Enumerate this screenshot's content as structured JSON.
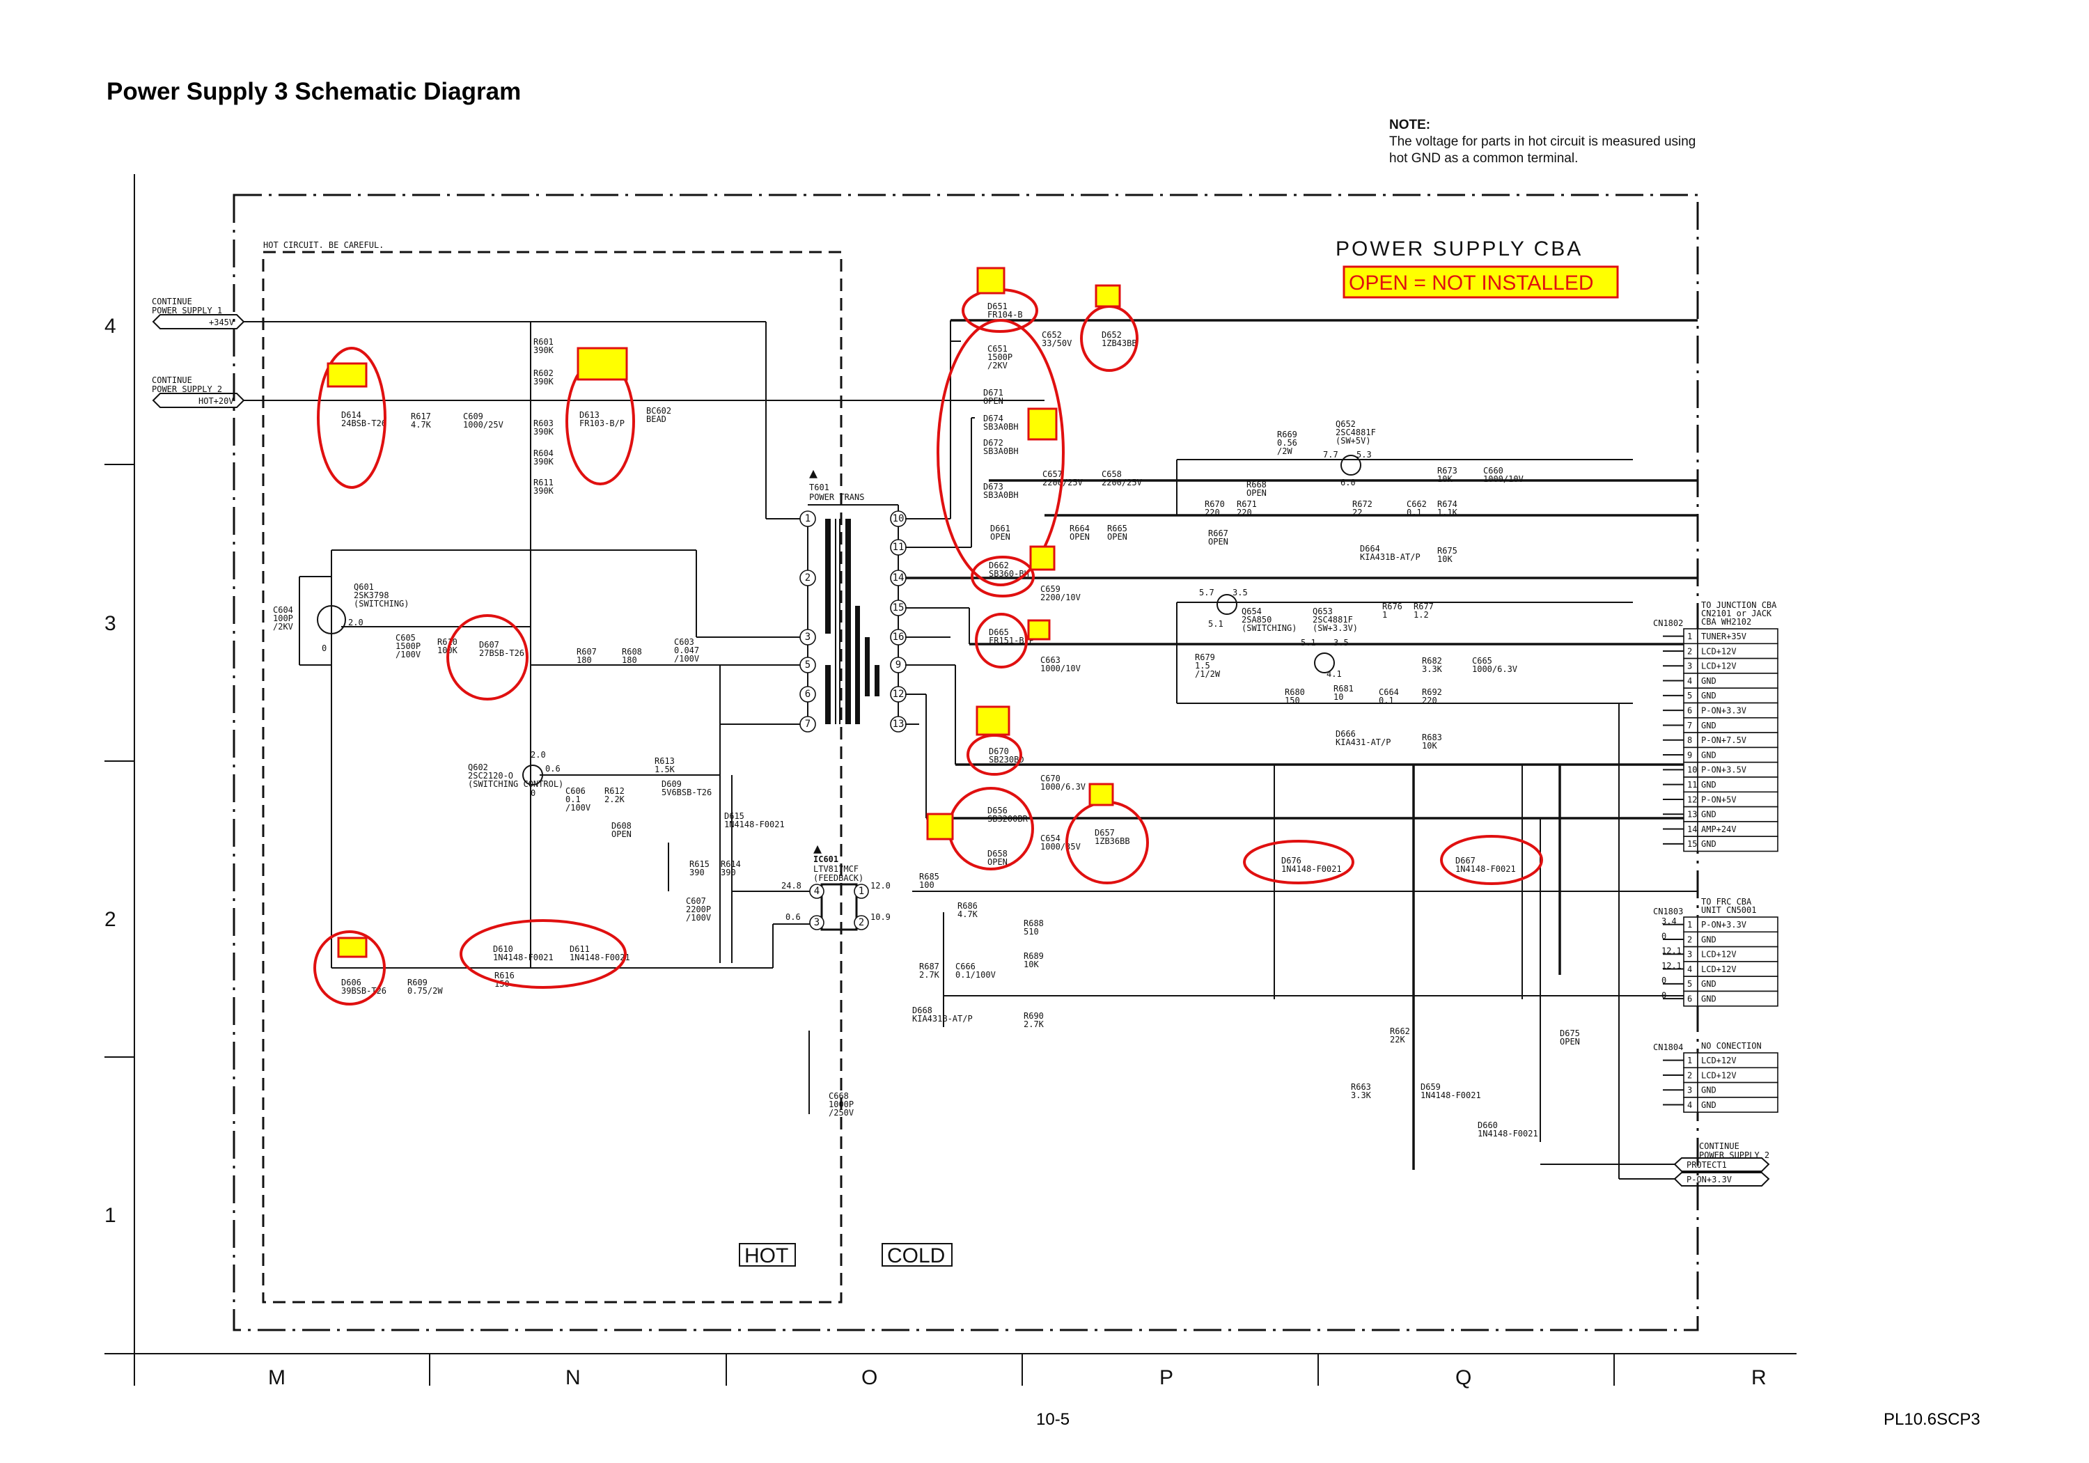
{
  "document": {
    "title": "Power Supply 3 Schematic Diagram",
    "note_heading": "NOTE:",
    "note_lines": [
      "The voltage for parts in hot circuit is measured using",
      "hot GND as a common terminal."
    ],
    "page_number": "10-5",
    "document_code": "PL10.6SCP3"
  },
  "board": {
    "name": "POWER SUPPLY CBA",
    "legend": "OPEN = NOT INSTALLED",
    "legend_colors": {
      "fill": "#ffff00",
      "border": "#e01010",
      "text": "#e01010"
    },
    "hot_warning": "HOT CIRCUIT. BE CAREFUL.",
    "hot_label": "HOT",
    "cold_label": "COLD"
  },
  "grid": {
    "rows": [
      "4",
      "3",
      "2",
      "1"
    ],
    "columns": [
      "M",
      "N",
      "O",
      "P",
      "Q",
      "R"
    ]
  },
  "inputs": [
    {
      "note1": "CONTINUE",
      "note2": "POWER SUPPLY 1",
      "signal": "+345V"
    },
    {
      "note1": "CONTINUE",
      "note2": "POWER SUPPLY 2",
      "signal": "HOT+20V"
    }
  ],
  "transformer": {
    "ref": "T601",
    "desc": "POWER TRANS",
    "pins_left": [
      "1",
      "2",
      "3",
      "5",
      "6",
      "7"
    ],
    "pins_right": [
      "10",
      "11",
      "14",
      "15",
      "16",
      "9",
      "12",
      "13"
    ]
  },
  "optocoupler": {
    "ref": "IC601",
    "part": "LTV817MCF",
    "desc": "(FEEDBACK)",
    "pins": [
      "4",
      "3",
      "1",
      "2"
    ],
    "voltages": [
      "24.8",
      "0.6",
      "12.0",
      "10.9"
    ]
  },
  "components": [
    {
      "ref": "D614",
      "value": "24BSB-T26",
      "marked": true
    },
    {
      "ref": "R617",
      "value": "4.7K"
    },
    {
      "ref": "C609",
      "value": "1000/25V"
    },
    {
      "ref": "R601",
      "value": "390K"
    },
    {
      "ref": "R602",
      "value": "390K"
    },
    {
      "ref": "R603",
      "value": "390K"
    },
    {
      "ref": "R604",
      "value": "390K"
    },
    {
      "ref": "R611",
      "value": "390K"
    },
    {
      "ref": "D613",
      "value": "FR103-B/P",
      "marked": true
    },
    {
      "ref": "BC602",
      "value": "BEAD"
    },
    {
      "ref": "C604",
      "value": "100P /2KV"
    },
    {
      "ref": "Q601",
      "value": "2SK3798",
      "desc": "(SWITCHING)"
    },
    {
      "ref": "C605",
      "value": "1500P /100V"
    },
    {
      "ref": "R610",
      "value": "100K"
    },
    {
      "ref": "D607",
      "value": "27BSB-T26",
      "marked": true
    },
    {
      "ref": "R607",
      "value": "180"
    },
    {
      "ref": "R608",
      "value": "180"
    },
    {
      "ref": "C603",
      "value": "0.047 /100V"
    },
    {
      "ref": "Q602",
      "value": "2SC2120-O",
      "desc": "(SWITCHING CONTROL)"
    },
    {
      "ref": "C606",
      "value": "0.1 /100V"
    },
    {
      "ref": "R612",
      "value": "2.2K"
    },
    {
      "ref": "D608",
      "value": "OPEN"
    },
    {
      "ref": "R613",
      "value": "1.5K"
    },
    {
      "ref": "D609",
      "value": "5V6BSB-T26"
    },
    {
      "ref": "D615",
      "value": "1N4148-F0021"
    },
    {
      "ref": "R615",
      "value": "390"
    },
    {
      "ref": "R614",
      "value": "390"
    },
    {
      "ref": "C607",
      "value": "2200P /100V"
    },
    {
      "ref": "D606",
      "value": "39BSB-T26",
      "marked": true
    },
    {
      "ref": "R609",
      "value": "0.75/2W"
    },
    {
      "ref": "D610",
      "value": "1N4148-F0021",
      "marked": true
    },
    {
      "ref": "D611",
      "value": "1N4148-F0021",
      "marked": true
    },
    {
      "ref": "R616",
      "value": "150"
    },
    {
      "ref": "C668",
      "value": "1000P /250V"
    },
    {
      "ref": "D651",
      "value": "FR104-B",
      "marked": true
    },
    {
      "ref": "C651",
      "value": "1500P /2KV"
    },
    {
      "ref": "C652",
      "value": "33/50V"
    },
    {
      "ref": "D652",
      "value": "1ZB43BB",
      "marked": true
    },
    {
      "ref": "D671",
      "value": "OPEN",
      "marked": true
    },
    {
      "ref": "D674",
      "value": "SB3A0BH",
      "marked": true
    },
    {
      "ref": "D672",
      "value": "SB3A0BH",
      "marked": true
    },
    {
      "ref": "D673",
      "value": "SB3A0BH",
      "marked": true
    },
    {
      "ref": "C657",
      "value": "2200/25V"
    },
    {
      "ref": "C658",
      "value": "2200/25V"
    },
    {
      "ref": "D661",
      "value": "OPEN"
    },
    {
      "ref": "R664",
      "value": "OPEN"
    },
    {
      "ref": "R665",
      "value": "OPEN"
    },
    {
      "ref": "D662",
      "value": "SB360-BH",
      "marked": true
    },
    {
      "ref": "C659",
      "value": "2200/10V"
    },
    {
      "ref": "D665",
      "value": "FR151-B/P",
      "marked": true
    },
    {
      "ref": "C663",
      "value": "1000/10V"
    },
    {
      "ref": "D670",
      "value": "SB230BD",
      "marked": true
    },
    {
      "ref": "C670",
      "value": "1000/6.3V"
    },
    {
      "ref": "D656",
      "value": "SB3200BR",
      "marked": true
    },
    {
      "ref": "D658",
      "value": "OPEN",
      "marked": true
    },
    {
      "ref": "C654",
      "value": "1000/35V"
    },
    {
      "ref": "D657",
      "value": "1ZB36BB",
      "marked": true
    },
    {
      "ref": "R669",
      "value": "0.56 /2W"
    },
    {
      "ref": "Q652",
      "value": "2SC4881F",
      "desc": "(SW+5V)"
    },
    {
      "ref": "R668",
      "value": "OPEN"
    },
    {
      "ref": "R670",
      "value": "220"
    },
    {
      "ref": "R671",
      "value": "220"
    },
    {
      "ref": "R667",
      "value": "OPEN"
    },
    {
      "ref": "R672",
      "value": "22"
    },
    {
      "ref": "C662",
      "value": "0.1"
    },
    {
      "ref": "D664",
      "value": "KIA431B-AT/P"
    },
    {
      "ref": "R673",
      "value": "10K"
    },
    {
      "ref": "R674",
      "value": "1.1K"
    },
    {
      "ref": "R675",
      "value": "10K"
    },
    {
      "ref": "C660",
      "value": "1000/10V"
    },
    {
      "ref": "Q654",
      "value": "2SA850",
      "desc": "(SWITCHING)"
    },
    {
      "ref": "Q653",
      "value": "2SC4881F",
      "desc": "(SW+3.3V)"
    },
    {
      "ref": "R676",
      "value": "1"
    },
    {
      "ref": "R677",
      "value": "1.2"
    },
    {
      "ref": "R679",
      "value": "1.5 /1/2W"
    },
    {
      "ref": "R680",
      "value": "150"
    },
    {
      "ref": "R681",
      "value": "10"
    },
    {
      "ref": "C664",
      "value": "0.1"
    },
    {
      "ref": "D666",
      "value": "KIA431-AT/P"
    },
    {
      "ref": "R682",
      "value": "3.3K"
    },
    {
      "ref": "R692",
      "value": "220"
    },
    {
      "ref": "R683",
      "value": "10K"
    },
    {
      "ref": "C665",
      "value": "1000/6.3V"
    },
    {
      "ref": "R685",
      "value": "100"
    },
    {
      "ref": "R686",
      "value": "4.7K"
    },
    {
      "ref": "R688",
      "value": "510"
    },
    {
      "ref": "R689",
      "value": "10K"
    },
    {
      "ref": "R687",
      "value": "2.7K"
    },
    {
      "ref": "C666",
      "value": "0.1/100V"
    },
    {
      "ref": "D668",
      "value": "KIA431B-AT/P"
    },
    {
      "ref": "R690",
      "value": "2.7K"
    },
    {
      "ref": "D676",
      "value": "1N4148-F0021",
      "marked": true
    },
    {
      "ref": "D667",
      "value": "1N4148-F0021",
      "marked": true
    },
    {
      "ref": "R662",
      "value": "22K"
    },
    {
      "ref": "R663",
      "value": "3.3K"
    },
    {
      "ref": "D659",
      "value": "1N4148-F0021"
    },
    {
      "ref": "D660",
      "value": "1N4148-F0021"
    },
    {
      "ref": "D675",
      "value": "OPEN"
    }
  ],
  "voltages": {
    "q601_gate": "2.0",
    "q601_source": "0",
    "q602_collector": "2.0",
    "q602_base": "0.6",
    "q602_emitter": "0",
    "q652_in": "7.7",
    "q652_out": "5.3",
    "q652_base": "6.0",
    "q654_in": "5.7",
    "q654_out": "3.5",
    "q654_base": "5.1",
    "q653_in": "5.1",
    "q653_out": "3.5",
    "q653_base": "4.1"
  },
  "connectors": [
    {
      "ref": "CN1802",
      "note": [
        "TO JUNCTION CBA",
        "CN2101 or JACK",
        "CBA WH2102"
      ],
      "pins": [
        {
          "n": "1",
          "sig": "TUNER+35V"
        },
        {
          "n": "2",
          "sig": "LCD+12V"
        },
        {
          "n": "3",
          "sig": "LCD+12V"
        },
        {
          "n": "4",
          "sig": "GND"
        },
        {
          "n": "5",
          "sig": "GND"
        },
        {
          "n": "6",
          "sig": "P-ON+3.3V"
        },
        {
          "n": "7",
          "sig": "GND"
        },
        {
          "n": "8",
          "sig": "P-ON+7.5V"
        },
        {
          "n": "9",
          "sig": "GND"
        },
        {
          "n": "10",
          "sig": "P-ON+3.5V"
        },
        {
          "n": "11",
          "sig": "GND"
        },
        {
          "n": "12",
          "sig": "P-ON+5V"
        },
        {
          "n": "13",
          "sig": "GND"
        },
        {
          "n": "14",
          "sig": "AMP+24V"
        },
        {
          "n": "15",
          "sig": "GND"
        }
      ]
    },
    {
      "ref": "CN1803",
      "note": [
        "TO FRC CBA",
        "UNIT CN5001"
      ],
      "pins": [
        {
          "n": "1",
          "sig": "P-ON+3.3V",
          "v": "3.4"
        },
        {
          "n": "2",
          "sig": "GND",
          "v": "0"
        },
        {
          "n": "3",
          "sig": "LCD+12V",
          "v": "12.1"
        },
        {
          "n": "4",
          "sig": "LCD+12V",
          "v": "12.1"
        },
        {
          "n": "5",
          "sig": "GND",
          "v": "0"
        },
        {
          "n": "6",
          "sig": "GND",
          "v": "0"
        }
      ]
    },
    {
      "ref": "CN1804",
      "note": [
        "NO CONECTION"
      ],
      "pins": [
        {
          "n": "1",
          "sig": "LCD+12V"
        },
        {
          "n": "2",
          "sig": "LCD+12V"
        },
        {
          "n": "3",
          "sig": "GND"
        },
        {
          "n": "4",
          "sig": "GND"
        }
      ]
    }
  ],
  "outputs": {
    "note1": "CONTINUE",
    "note2": "POWER SUPPLY 2",
    "signals": [
      "PROTECT1",
      "P-ON+3.3V"
    ]
  }
}
